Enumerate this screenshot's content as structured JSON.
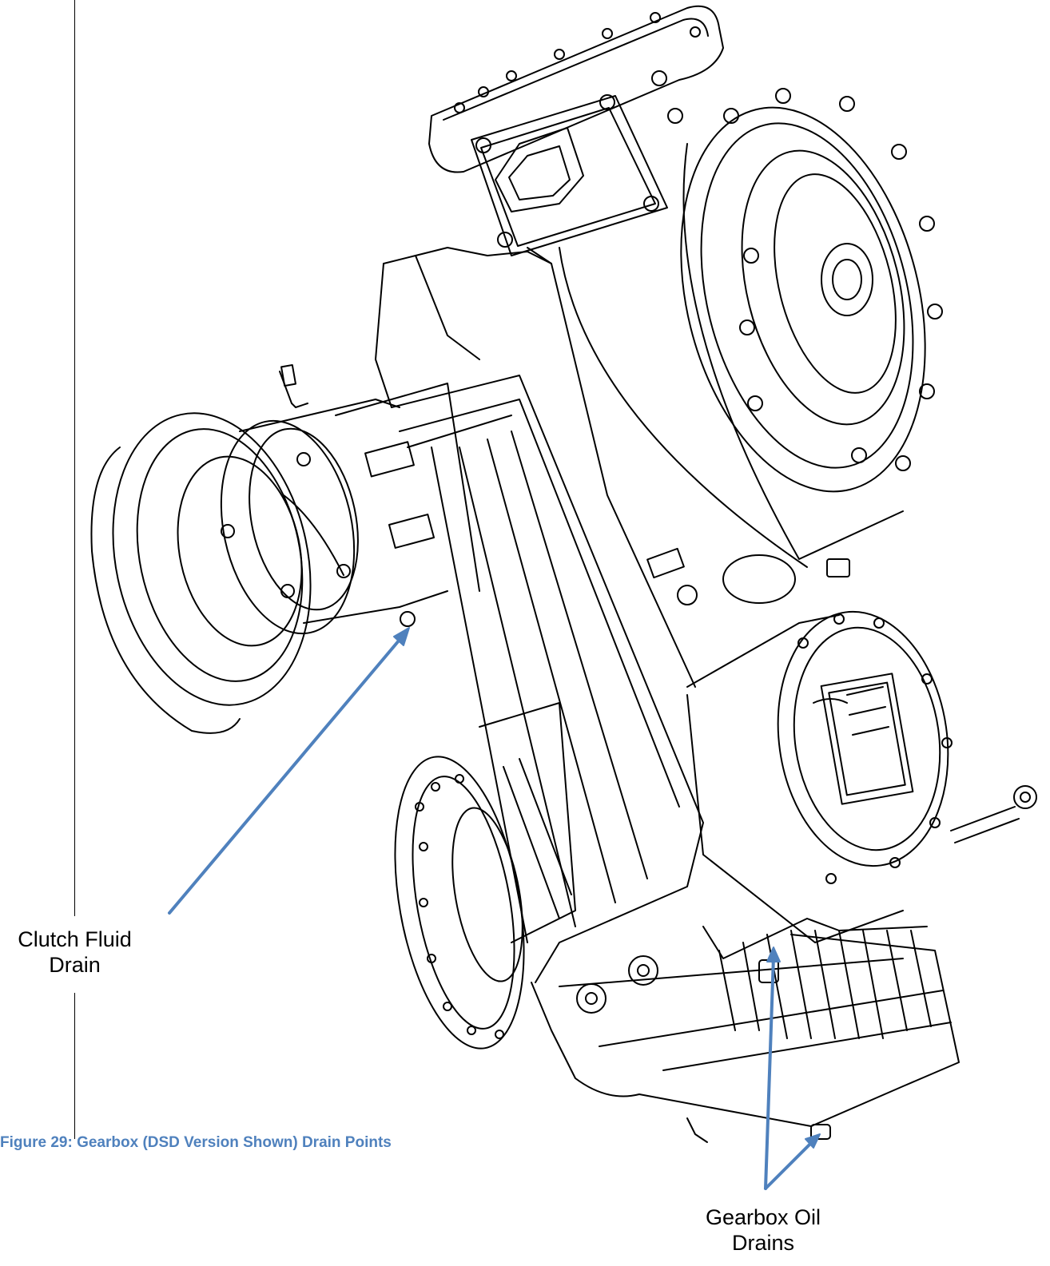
{
  "figure": {
    "caption": "Figure 29: Gearbox (DSD Version Shown) Drain Points",
    "caption_color": "#4F81BD",
    "arrow_color": "#4F81BD",
    "image": "gearbox-line-drawing"
  },
  "callouts": {
    "clutch": {
      "line1": "Clutch Fluid",
      "line2": "Drain"
    },
    "gearbox": {
      "line1": "Gearbox Oil",
      "line2": "Drains"
    }
  }
}
